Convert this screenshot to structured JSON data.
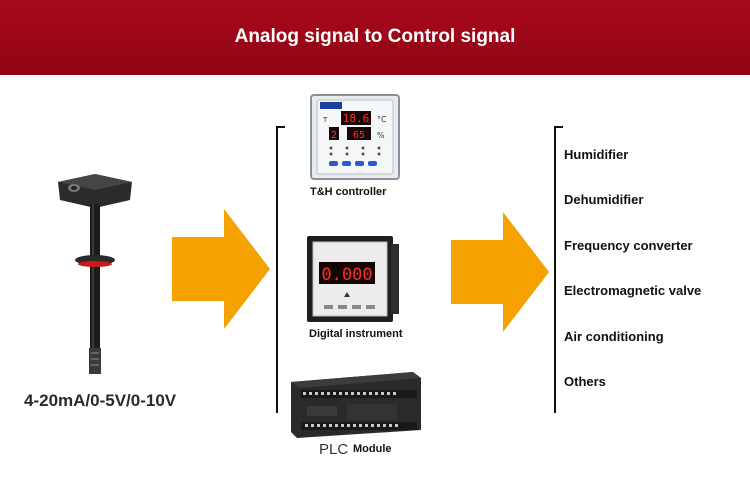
{
  "banner": {
    "title": "Analog signal to Control signal",
    "color": "#9c0718"
  },
  "sensor": {
    "signal_label": "4-20mA/0-5V/0-10V"
  },
  "devices": {
    "th_controller": {
      "label": "T&H controller",
      "readout_top": "18.6",
      "unit_top": "°C",
      "readout_bottom_left": "2",
      "readout_bottom": "65",
      "unit_bottom": "%"
    },
    "digital_instrument": {
      "label": "Digital instrument",
      "readout": "0.000"
    },
    "plc": {
      "label_main": "PLC",
      "label_sub": "Module"
    }
  },
  "outputs": [
    "Humidifier",
    "Dehumidifier",
    "Frequency converter",
    "Electromagnetic valve",
    "Air conditioning",
    "Others"
  ],
  "arrow_color": "#f5a100"
}
